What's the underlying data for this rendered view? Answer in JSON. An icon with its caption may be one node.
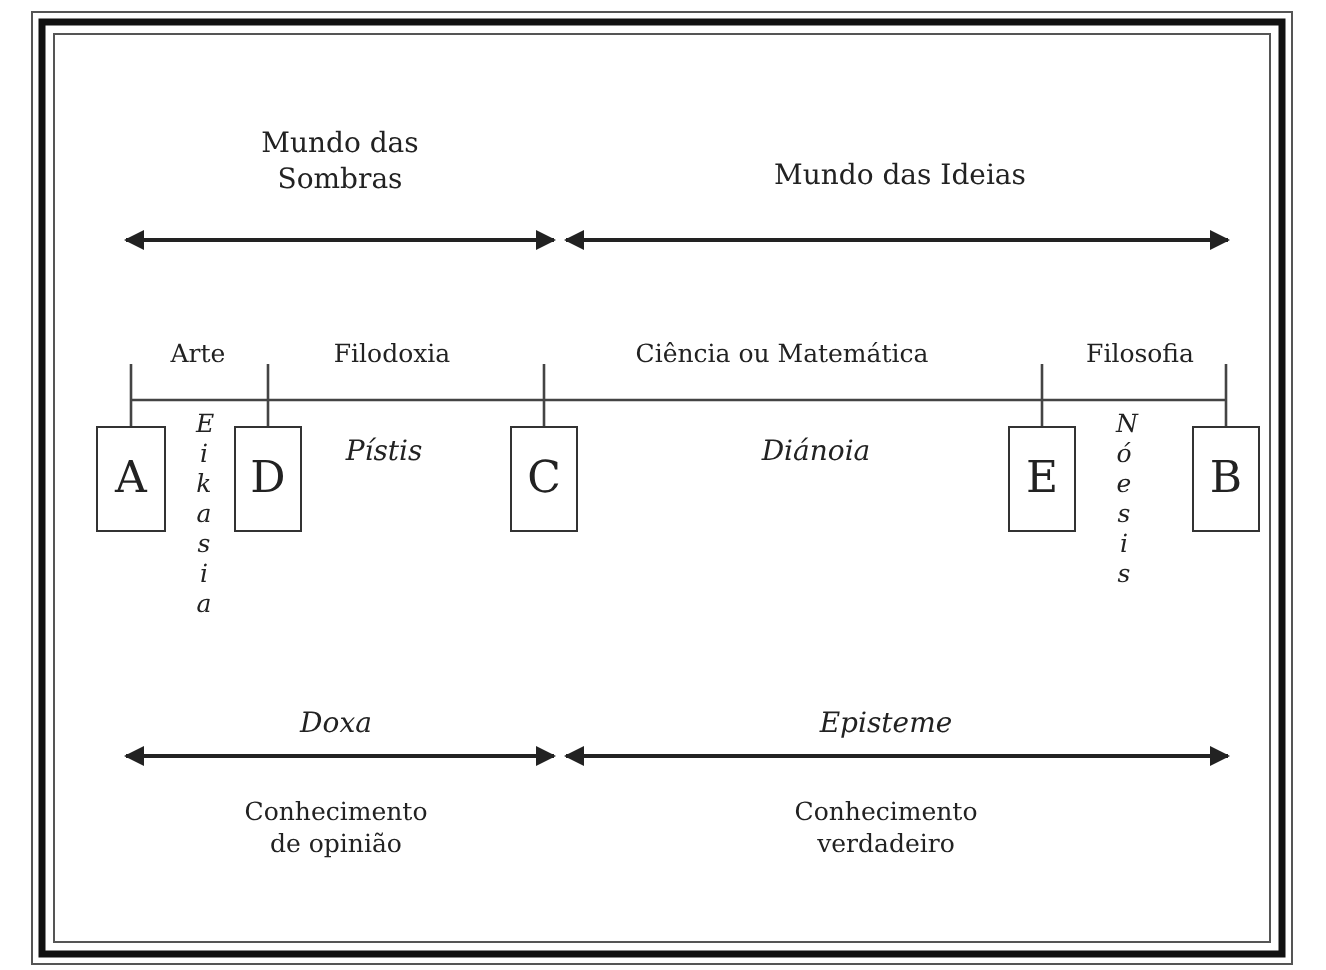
{
  "diagram": {
    "nodes": [
      {
        "text": [],
        "shape": "bar"
      },
      {
        "text": [
          "A"
        ]
      },
      {
        "text": [
          "D"
        ]
      },
      {
        "text": [
          "C"
        ]
      },
      {
        "text": [
          "E"
        ]
      },
      {
        "text": [
          "B"
        ]
      }
    ],
    "edges": [
      {
        "from": 0,
        "to": 1,
        "arrow": "none"
      },
      {
        "from": 0,
        "to": 2,
        "arrow": "none"
      },
      {
        "from": 0,
        "to": 3,
        "arrow": "none"
      },
      {
        "from": 0,
        "to": 4,
        "arrow": "none"
      },
      {
        "from": 0,
        "to": 5,
        "arrow": "none"
      }
    ],
    "labels": [
      "Mundo das Sombras",
      "Mundo das Ideias",
      "Arte",
      "Filodoxia",
      "Ciência ou Matemática",
      "Filosofia",
      "Eikasia",
      "Pístis",
      "Diánoia",
      "Nóesis",
      "Doxa",
      "Episteme",
      "Conhecimento de opinião",
      "Conhecimento verdadeiro"
    ]
  }
}
